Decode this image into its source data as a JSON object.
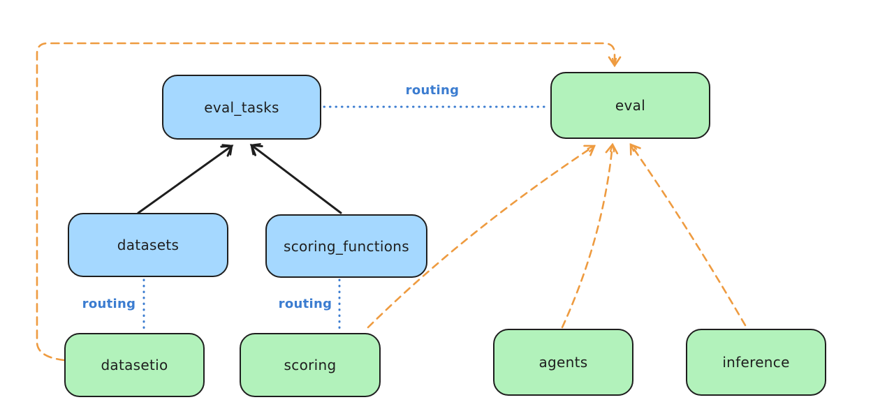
{
  "diagram": {
    "nodes": [
      {
        "id": "eval_tasks",
        "label": "eval_tasks",
        "fill": "blue"
      },
      {
        "id": "eval",
        "label": "eval",
        "fill": "green"
      },
      {
        "id": "datasets",
        "label": "datasets",
        "fill": "blue"
      },
      {
        "id": "scoring_functions",
        "label": "scoring_functions",
        "fill": "blue"
      },
      {
        "id": "datasetio",
        "label": "datasetio",
        "fill": "green"
      },
      {
        "id": "scoring",
        "label": "scoring",
        "fill": "green"
      },
      {
        "id": "agents",
        "label": "agents",
        "fill": "green"
      },
      {
        "id": "inference",
        "label": "inference",
        "fill": "green"
      }
    ],
    "edges": [
      {
        "from": "datasets",
        "to": "eval_tasks",
        "style": "solid-arrow",
        "label": ""
      },
      {
        "from": "scoring_functions",
        "to": "eval_tasks",
        "style": "solid-arrow",
        "label": ""
      },
      {
        "from": "eval_tasks",
        "to": "eval",
        "style": "dotted",
        "label": "routing"
      },
      {
        "from": "datasets",
        "to": "datasetio",
        "style": "dotted",
        "label": "routing"
      },
      {
        "from": "scoring_functions",
        "to": "scoring",
        "style": "dotted",
        "label": "routing"
      },
      {
        "from": "datasetio",
        "to": "eval",
        "style": "dashed-arrow",
        "label": ""
      },
      {
        "from": "scoring",
        "to": "eval",
        "style": "dashed-arrow",
        "label": ""
      },
      {
        "from": "agents",
        "to": "eval",
        "style": "dashed-arrow",
        "label": ""
      },
      {
        "from": "inference",
        "to": "eval",
        "style": "dashed-arrow",
        "label": ""
      }
    ],
    "colors": {
      "blue_fill": "#a5d8ff",
      "green_fill": "#b2f2bb",
      "outline": "#1e1e1e",
      "routing_blue": "#3b7cd0",
      "orange_dash": "#ee9b40",
      "background": "#ffffff"
    }
  }
}
